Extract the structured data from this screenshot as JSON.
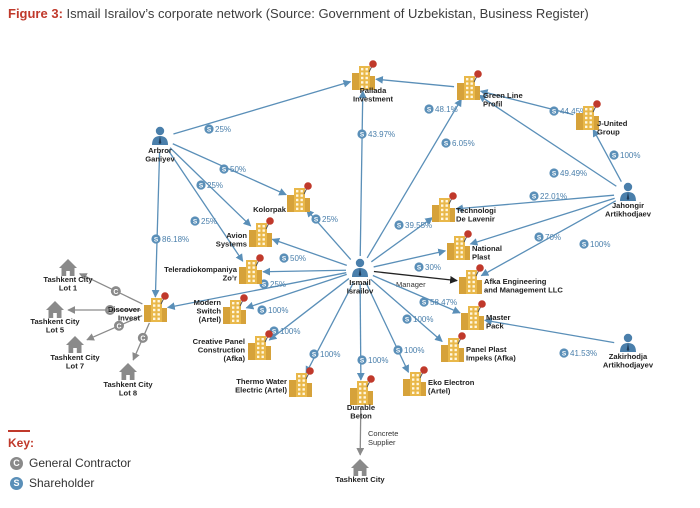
{
  "title": {
    "figure_label": "Figure 3:",
    "text": "Ismail Israilov’s corporate network (Source: Government of Uzbekistan, Business Register)"
  },
  "key": {
    "heading": "Key:",
    "items": [
      {
        "symbol": "C",
        "label": "General Contractor"
      },
      {
        "symbol": "S",
        "label": "Shareholder"
      }
    ]
  },
  "colors": {
    "arrow": "#5a8fb8",
    "pin": "#c0392b",
    "person": "#4a7fab",
    "building": "#e9b84a",
    "house": "#8a8a8a"
  },
  "people": [
    {
      "id": "ganiyev",
      "name": [
        "Arbror",
        "Ganiyev"
      ]
    },
    {
      "id": "israilov",
      "name": [
        "Ismail",
        "Israilov"
      ]
    },
    {
      "id": "artikhodjaev",
      "name": [
        "Jahongir",
        "Artikhodjaev"
      ]
    },
    {
      "id": "zakirhodja",
      "name": [
        "Zakirhodja",
        "Artikhodjayev"
      ]
    }
  ],
  "companies": [
    {
      "id": "pallada",
      "name": [
        "Pallada",
        "Investment"
      ]
    },
    {
      "id": "greenline",
      "name": [
        "Green Line",
        "Profil"
      ]
    },
    {
      "id": "junited",
      "name": [
        "J-United",
        "Group"
      ]
    },
    {
      "id": "kolorpak",
      "name": [
        "Kolorpak"
      ]
    },
    {
      "id": "technologi",
      "name": [
        "Technologi",
        "De Lavenir"
      ]
    },
    {
      "id": "avion",
      "name": [
        "Avion",
        "Systems"
      ]
    },
    {
      "id": "national",
      "name": [
        "National",
        "Plast"
      ]
    },
    {
      "id": "teleradio",
      "name": [
        "Teleradiokompaniya",
        "Zo’r"
      ]
    },
    {
      "id": "afka_eng",
      "name": [
        "Afka Engineering",
        "and Management LLC"
      ]
    },
    {
      "id": "discover",
      "name": [
        "Discover",
        "Invest"
      ]
    },
    {
      "id": "modern",
      "name": [
        "Modern",
        "Switch",
        "(Artel)"
      ]
    },
    {
      "id": "master",
      "name": [
        "Master",
        "Pack"
      ]
    },
    {
      "id": "creative",
      "name": [
        "Creative Panel",
        "Construction",
        "(Afka)"
      ]
    },
    {
      "id": "panelplast",
      "name": [
        "Panel Plast",
        "Impeks (Afka)"
      ]
    },
    {
      "id": "thermo",
      "name": [
        "Thermo Water",
        "Electric (Artel)"
      ]
    },
    {
      "id": "eko",
      "name": [
        "Eko Electron",
        "(Artel)"
      ]
    },
    {
      "id": "durable",
      "name": [
        "Durable",
        "Beton"
      ]
    }
  ],
  "lots": [
    {
      "id": "lot1",
      "name": [
        "Tashkent City",
        "Lot 1"
      ]
    },
    {
      "id": "lot5",
      "name": [
        "Tashkent City",
        "Lot 5"
      ]
    },
    {
      "id": "lot7",
      "name": [
        "Tashkent City",
        "Lot 7"
      ]
    },
    {
      "id": "lot8",
      "name": [
        "Tashkent City",
        "Lot 8"
      ]
    },
    {
      "id": "tcity",
      "name": [
        "Tashkent City"
      ]
    }
  ],
  "edges": [
    {
      "from": "ganiyev",
      "to": "pallada",
      "kind": "S",
      "label": "25%"
    },
    {
      "from": "ganiyev",
      "to": "kolorpak",
      "kind": "S",
      "label": "50%"
    },
    {
      "from": "ganiyev",
      "to": "avion",
      "kind": "S",
      "label": "25%"
    },
    {
      "from": "ganiyev",
      "to": "teleradio",
      "kind": "S",
      "label": "25%"
    },
    {
      "from": "ganiyev",
      "to": "discover",
      "kind": "S",
      "label": "86.18%"
    },
    {
      "from": "israilov",
      "to": "pallada",
      "kind": "S",
      "label": "43.97%"
    },
    {
      "from": "israilov",
      "to": "greenline",
      "kind": "S",
      "label": "6.05%"
    },
    {
      "from": "israilov",
      "to": "kolorpak",
      "kind": "S",
      "label": "25%"
    },
    {
      "from": "israilov",
      "to": "avion",
      "kind": "S",
      "label": ""
    },
    {
      "from": "israilov",
      "to": "teleradio",
      "kind": "S",
      "label": "50%"
    },
    {
      "from": "israilov",
      "to": "technologi",
      "kind": "S",
      "label": "39.55%"
    },
    {
      "from": "israilov",
      "to": "national",
      "kind": "S",
      "label": "30%"
    },
    {
      "from": "israilov",
      "to": "afka_eng",
      "kind": "M",
      "label": "Manager"
    },
    {
      "from": "israilov",
      "to": "discover",
      "kind": "S",
      "label": "25%"
    },
    {
      "from": "israilov",
      "to": "modern",
      "kind": "S",
      "label": "100%"
    },
    {
      "from": "israilov",
      "to": "master",
      "kind": "S",
      "label": "58.47%"
    },
    {
      "from": "israilov",
      "to": "creative",
      "kind": "S",
      "label": "100%"
    },
    {
      "from": "israilov",
      "to": "panelplast",
      "kind": "S",
      "label": "100%"
    },
    {
      "from": "israilov",
      "to": "thermo",
      "kind": "S",
      "label": "100%"
    },
    {
      "from": "israilov",
      "to": "eko",
      "kind": "S",
      "label": "100%"
    },
    {
      "from": "israilov",
      "to": "durable",
      "kind": "S",
      "label": "100%"
    },
    {
      "from": "greenline",
      "to": "pallada",
      "kind": "S",
      "label": "48.1%"
    },
    {
      "from": "junited",
      "to": "greenline",
      "kind": "S",
      "label": "44.45%"
    },
    {
      "from": "artikhodjaev",
      "to": "greenline",
      "kind": "S",
      "label": "49.49%"
    },
    {
      "from": "artikhodjaev",
      "to": "junited",
      "kind": "S",
      "label": "100%"
    },
    {
      "from": "artikhodjaev",
      "to": "technologi",
      "kind": "S",
      "label": "22.01%"
    },
    {
      "from": "artikhodjaev",
      "to": "national",
      "kind": "S",
      "label": "70%"
    },
    {
      "from": "artikhodjaev",
      "to": "afka_eng",
      "kind": "S",
      "label": "100%"
    },
    {
      "from": "zakirhodja",
      "to": "master",
      "kind": "S",
      "label": "41.53%"
    },
    {
      "from": "discover",
      "to": "lot1",
      "kind": "C",
      "label": ""
    },
    {
      "from": "discover",
      "to": "lot5",
      "kind": "C",
      "label": ""
    },
    {
      "from": "discover",
      "to": "lot7",
      "kind": "C",
      "label": ""
    },
    {
      "from": "discover",
      "to": "lot8",
      "kind": "C",
      "label": ""
    },
    {
      "from": "durable",
      "to": "tcity",
      "kind": "T",
      "label": "Concrete\nSupplier"
    }
  ]
}
